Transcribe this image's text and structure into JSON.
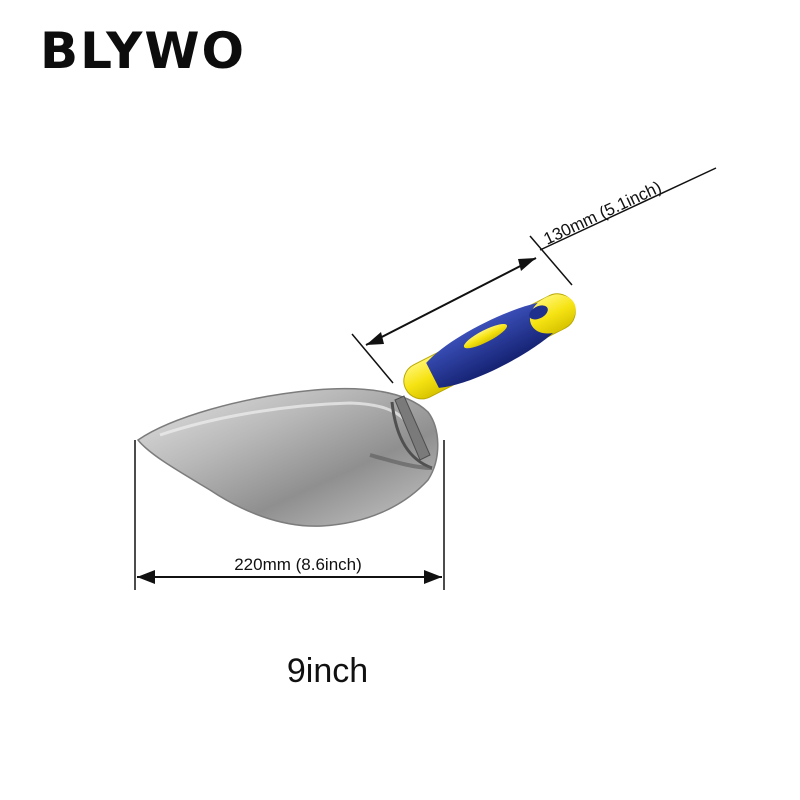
{
  "brand": {
    "name": "BLYWO"
  },
  "product": {
    "size_label": "9inch",
    "dimensions": {
      "blade_width": "220mm (8.6inch)",
      "handle_length": "130mm (5.1inch)"
    }
  },
  "colors": {
    "handle_yellow": "#f7e81a",
    "handle_blue": "#1f2f8c",
    "blade_steel": "#b8b8b8"
  },
  "icons": {
    "product_image": "bricklaying-trowel-icon"
  }
}
